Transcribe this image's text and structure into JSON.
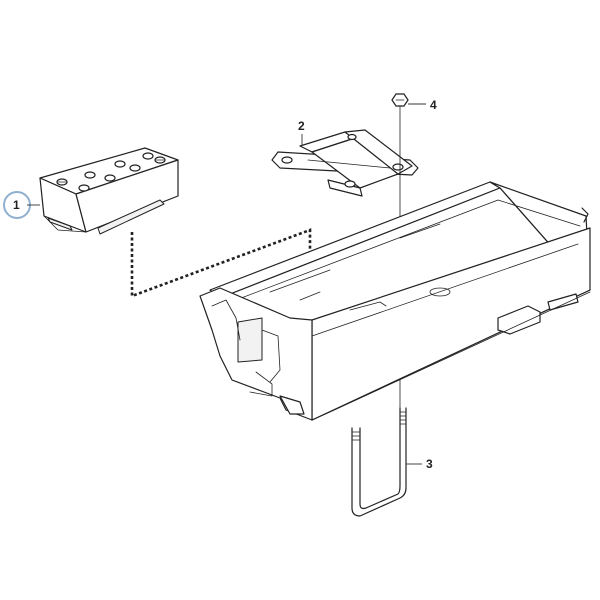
{
  "callouts": [
    {
      "id": "1",
      "text": "1",
      "highlighted": true
    },
    {
      "id": "2",
      "text": "2",
      "highlighted": false
    },
    {
      "id": "3",
      "text": "3",
      "highlighted": false
    },
    {
      "id": "4",
      "text": "4",
      "highlighted": false
    }
  ],
  "colors": {
    "line": "#222222",
    "highlight_circle": "#8fb0cf",
    "background": "#ffffff"
  }
}
